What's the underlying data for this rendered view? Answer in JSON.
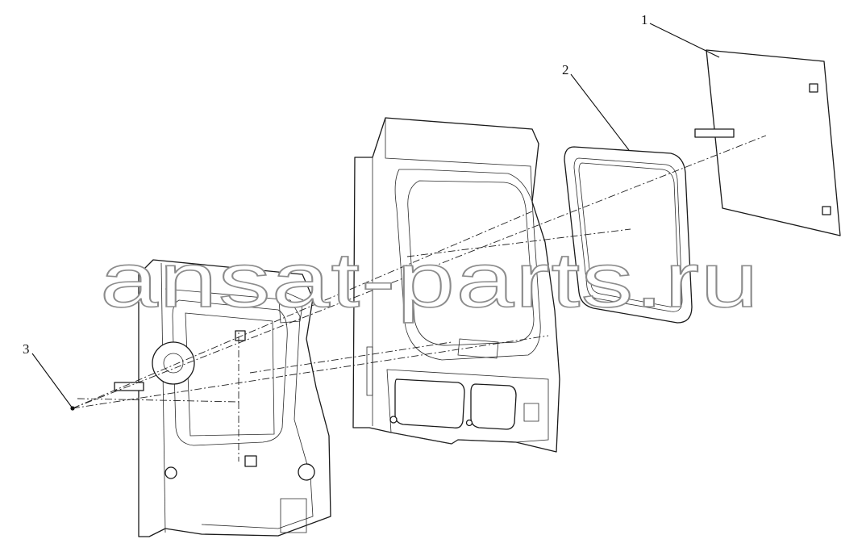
{
  "diagram": {
    "callouts": [
      "1",
      "2",
      "3"
    ],
    "watermark": "ansat-parts.ru"
  }
}
